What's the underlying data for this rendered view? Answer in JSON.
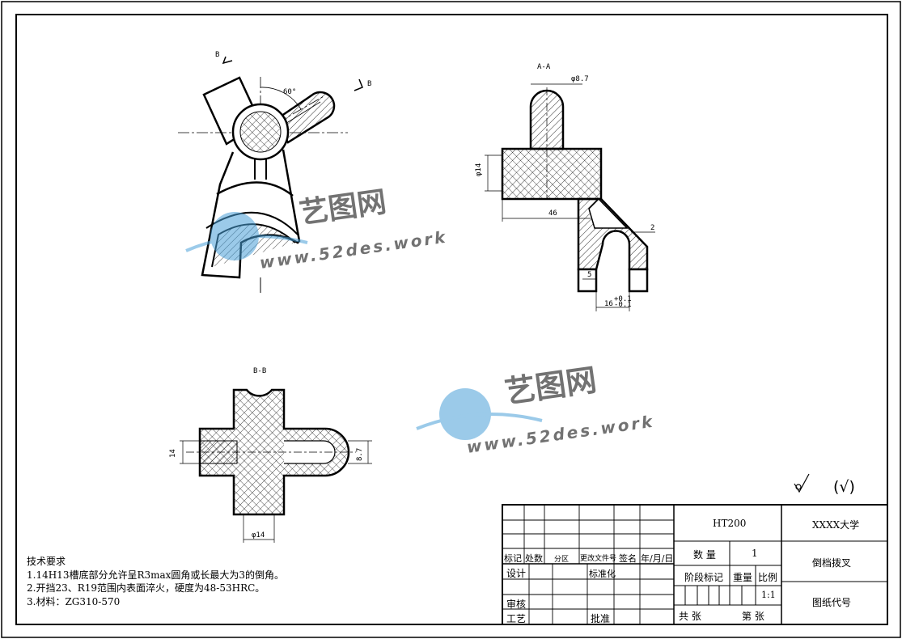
{
  "views": {
    "section_aa": "A-A",
    "section_bb": "B-B",
    "marker_b_top": "B",
    "marker_b_right": "B",
    "angle": "60°"
  },
  "dims": {
    "d87_top": "φ8.7",
    "d14_left": "φ14",
    "len46": "46",
    "gap2": "2",
    "gap5": "5",
    "w16": "16",
    "tol_upper": "+0.1",
    "tol_lower": "-0.1",
    "bb_14": "14",
    "bb_87": "8.7",
    "bb_d14": "φ14"
  },
  "watermark": {
    "brand": "艺图网",
    "site": "www.52des.work"
  },
  "roughness": {
    "paren": "(√)"
  },
  "notes": {
    "title": "技术要求",
    "line1": "1.14H13槽底部分允许呈R3max圆角或长最大为3的倒角。",
    "line2": "2.开挡23、R19范围内表面淬火，硬度为48-53HRC。",
    "line3": "3.材料：ZG310-570"
  },
  "titleblock": {
    "material": "HT200",
    "school": "XXXX大学",
    "qty_label": "数 量",
    "qty_value": "1",
    "part_name": "倒档拨叉",
    "stage_label": "阶段标记",
    "weight_label": "重量",
    "scale_label": "比例",
    "scale_value": "1:1",
    "drawing_no": "图纸代号",
    "sheet_total": "共  张",
    "sheet_no": "第  张",
    "mark": "标记",
    "count": "处数",
    "zone": "分区",
    "change_doc": "更改文件号",
    "sign": "签名",
    "date": "年/月/日",
    "design": "设计",
    "standard": "标准化",
    "review": "审核",
    "process": "工艺",
    "approve": "批准"
  }
}
